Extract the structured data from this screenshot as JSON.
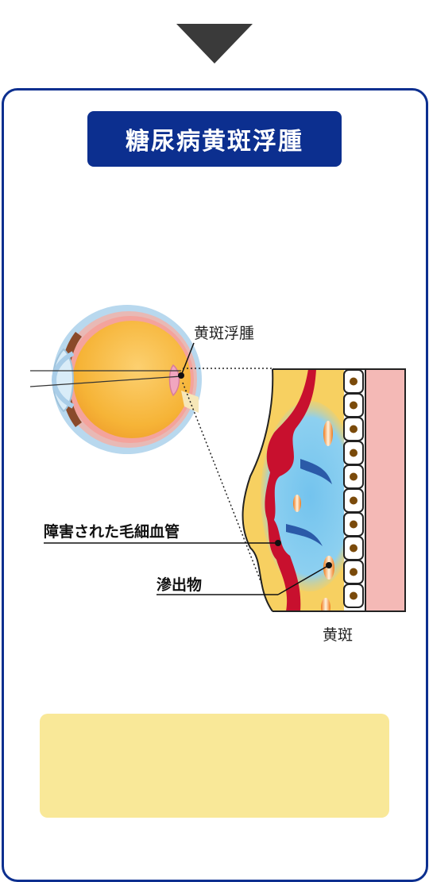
{
  "title": "糖尿病黄斑浮腫",
  "labels": {
    "macular_edema": "黄斑浮腫",
    "damaged_capillary": "障害された毛細血管",
    "exudate": "滲出物",
    "macula": "黄斑"
  },
  "note": "",
  "colors": {
    "navy": "#0c2f8f",
    "arrow": "#3a3a3a",
    "note_bg": "#f9e898",
    "vessel_red": "#c8102e",
    "retina_yellow": "#f7d061",
    "edema_blue": "#6ec4ee",
    "pink_layer": "#f4b9b6",
    "cell_brown": "#7a4a0a"
  }
}
